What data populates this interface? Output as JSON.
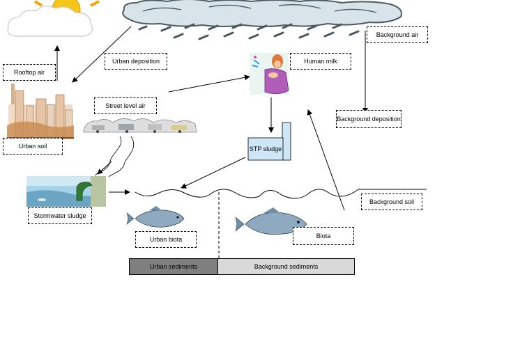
{
  "labels": {
    "rooftop_air": "Rooftop air",
    "urban_deposition": "Urban deposition",
    "background_air": "Background air",
    "human_milk": "Human milk",
    "street_level_air": "Street level air",
    "background_deposition": "Background deposition",
    "urban_soil": "Urban soil",
    "stp_sludge": "STP sludge",
    "background_soil": "Background soil",
    "stormwater_sludge": "Stormwater sludge",
    "urban_biota": "Urban biota",
    "biota": "Biota",
    "urban_sediments": "Urban sediments",
    "background_sediments": "Background sediments"
  },
  "colors": {
    "cloud": "#d9e4ea",
    "cloud_outline": "#4a5a60",
    "sun": "#f7c418",
    "stp_box": "#cfe6f7",
    "urban_sediments": "#7f7f7f",
    "background_sediments": "#d9d9d9",
    "fish": "#6f8fa8"
  }
}
